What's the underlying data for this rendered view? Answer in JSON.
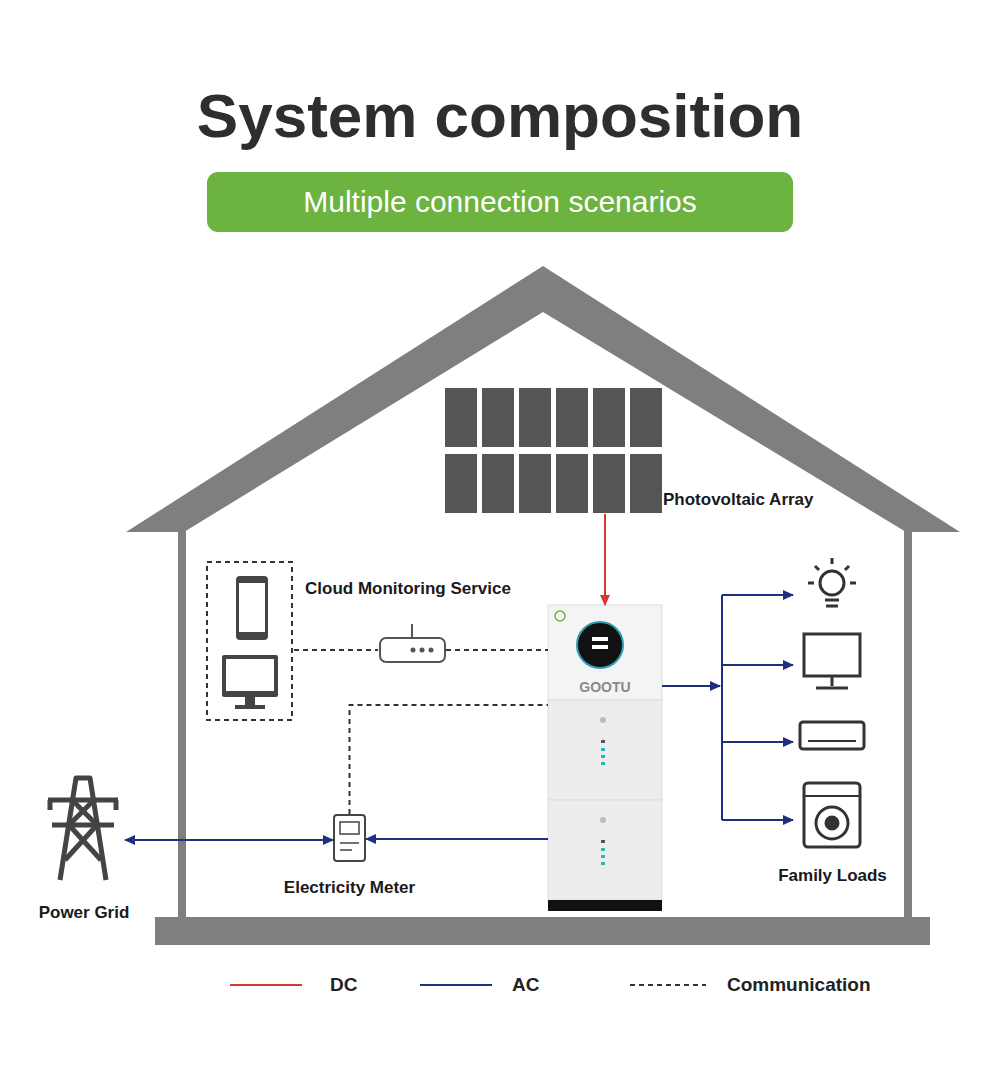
{
  "diagram": {
    "title": "System composition",
    "nodes": [
      {
        "text": [
          "Multiple connection scenarios"
        ]
      },
      {
        "text": [
          "Photovoltaic Array"
        ]
      },
      {
        "text": [
          "Cloud Monitoring Service"
        ]
      },
      {
        "text": [
          "GOOTU"
        ]
      },
      {
        "text": [
          "Electricity Meter"
        ]
      },
      {
        "text": [
          "Power Grid"
        ]
      },
      {
        "text": [
          "Family Loads"
        ]
      }
    ],
    "edges": [
      {
        "from": 1,
        "to": 3,
        "arrow": "to"
      },
      {
        "from": 2,
        "to": 3,
        "arrow": "none"
      },
      {
        "from": 4,
        "to": 3,
        "arrow": "none"
      },
      {
        "from": 3,
        "to": 4,
        "arrow": "to"
      },
      {
        "from": 4,
        "to": 5,
        "arrow": "both"
      },
      {
        "from": 3,
        "to": 6,
        "arrow": "to"
      }
    ],
    "legend": [
      {
        "text": "DC"
      },
      {
        "text": "AC"
      },
      {
        "text": "Communication"
      }
    ]
  }
}
